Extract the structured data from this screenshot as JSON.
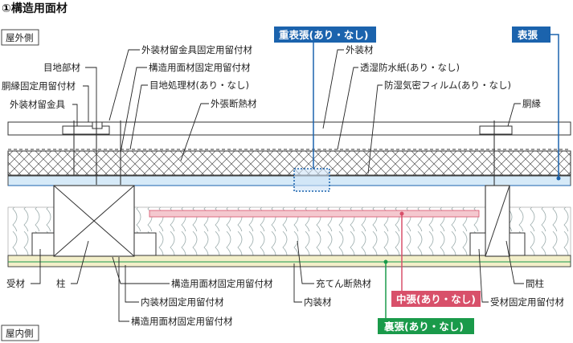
{
  "title": "①構造用面材",
  "sides": {
    "outside": "屋外側",
    "inside": "屋内側"
  },
  "badges": {
    "overlay": "重表張(あり・なし)",
    "surface": "表張",
    "middle": "中張(あり・なし)",
    "back": "裏張(あり・なし)"
  },
  "colors": {
    "blue": "#1b63ad",
    "pink": "#d8506a",
    "green": "#1a9a4a",
    "insulation": "#f4c8cf",
    "wood": "#f3efc9",
    "panel": "#d6eaf8"
  },
  "labels": {
    "joint_member": "目地部材",
    "furring_fastener": "胴縁固定用留付材",
    "cladding_bracket": "外装材留金具",
    "bracket_fastener": "外装材留金具固定用留付材",
    "panel_fastener_top": "構造用面材固定用留付材",
    "joint_treatment": "目地処理材(あり・なし)",
    "ext_insulation": "外張断熱材",
    "cladding": "外装材",
    "breather": "透湿防水紙(あり・なし)",
    "vapor_film": "防湿気密フィルム(あり・なし)",
    "furring": "胴縁",
    "receiver": "受材",
    "post": "柱",
    "panel_fastener_mid": "構造用面材固定用留付材",
    "interior_fastener": "内装材固定用留付材",
    "panel_fastener_bottom": "構造用面材固定用留付材",
    "fill_insulation": "充てん断熱材",
    "interior": "内装材",
    "stud": "間柱",
    "receiver_fastener": "受材固定用留付材"
  }
}
